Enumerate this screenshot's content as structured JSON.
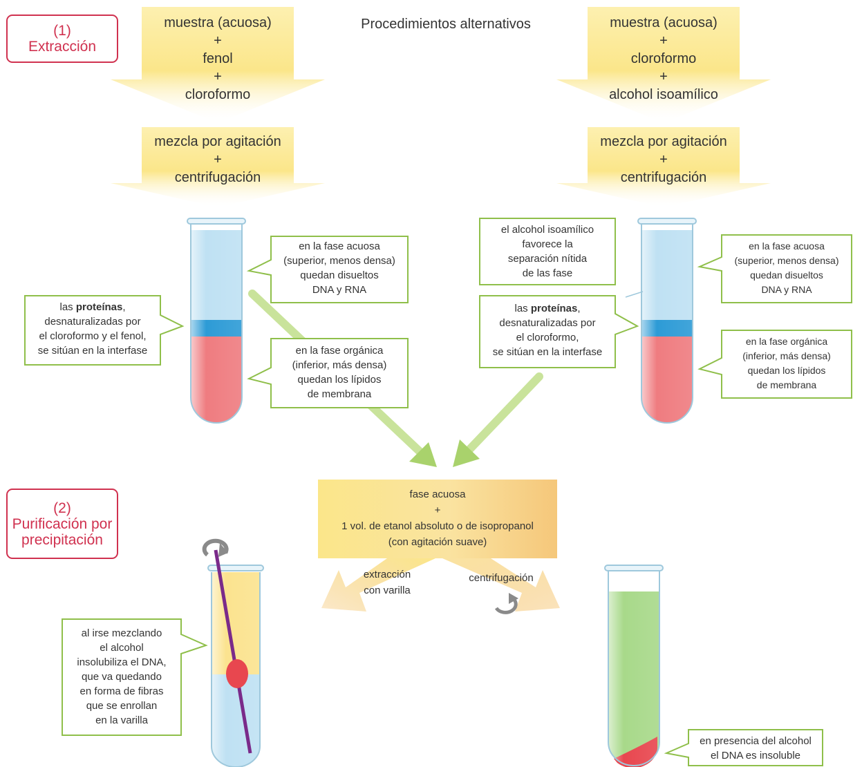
{
  "title": "Procedimientos alternativos",
  "steps": {
    "extraccion": [
      "(1)",
      "Extracción"
    ],
    "purificacion": [
      "(2)",
      "Purificación por",
      "precipitación"
    ]
  },
  "left_column": {
    "reagents": [
      "muestra (acuosa)",
      "+",
      "fenol",
      "+",
      "cloroformo"
    ],
    "process": [
      "mezcla por agitación",
      "+",
      "centrifugación"
    ],
    "aqueous_note": [
      "en la fase acuosa",
      "(superior, menos densa)",
      "quedan disueltos",
      "DNA y RNA"
    ],
    "protein_note": {
      "pre": "las ",
      "bold": "proteínas",
      "post": ",",
      "rest": [
        "desnaturalizadas por",
        "el cloroformo y el fenol,",
        "se sitúan en la interfase"
      ]
    },
    "organic_note": [
      "en la fase orgánica",
      "(inferior, más densa)",
      "quedan los lípidos",
      "de membrana"
    ]
  },
  "right_column": {
    "reagents": [
      "muestra (acuosa)",
      "+",
      "cloroformo",
      "+",
      "alcohol isoamílico"
    ],
    "process": [
      "mezcla por agitación",
      "+",
      "centrifugación"
    ],
    "isoamyl_note": [
      "el alcohol isoamílico",
      "favorece la",
      "separación nítida",
      "de las fase"
    ],
    "protein_note": {
      "pre": "las ",
      "bold": "proteínas",
      "post": ",",
      "rest": [
        "desnaturalizadas por",
        "el cloroformo,",
        "se sitúan en la interfase"
      ]
    },
    "aqueous_note": [
      "en la fase acuosa",
      "(superior, menos densa)",
      "quedan disueltos",
      "DNA y RNA"
    ],
    "organic_note": [
      "en la fase orgánica",
      "(inferior, más densa)",
      "quedan los lípidos",
      "de membrana"
    ]
  },
  "precipitation": {
    "mixture": [
      "fase acuosa",
      "+",
      "1 vol. de etanol absoluto o de isopropanol",
      "(con agitación suave)"
    ],
    "rod_label": [
      "extracción",
      "con varilla"
    ],
    "centrifuge_label": "centrifugación",
    "rod_note": [
      "al irse mezclando",
      "el alcohol",
      "insolubiliza el DNA,",
      "que va quedando",
      "en forma de fibras",
      "que se enrollan",
      "en la varilla"
    ],
    "pellet_note": [
      "en presencia del alcohol",
      "el DNA es insoluble"
    ]
  },
  "colors": {
    "arrow_yellow": "#fbe68a",
    "arrow_orange": "#f5c77a",
    "box_border": "#8fbf4a",
    "step_border": "#d0314f",
    "aqueous": "#bfe1f3",
    "interphase": "#2d9bd6",
    "organic": "#ef7c80",
    "ethanol": "#fbe38f",
    "pellet_liquid": "#a8d98a",
    "rod": "#7a2a8a",
    "dna_blob": "#e8474f"
  }
}
